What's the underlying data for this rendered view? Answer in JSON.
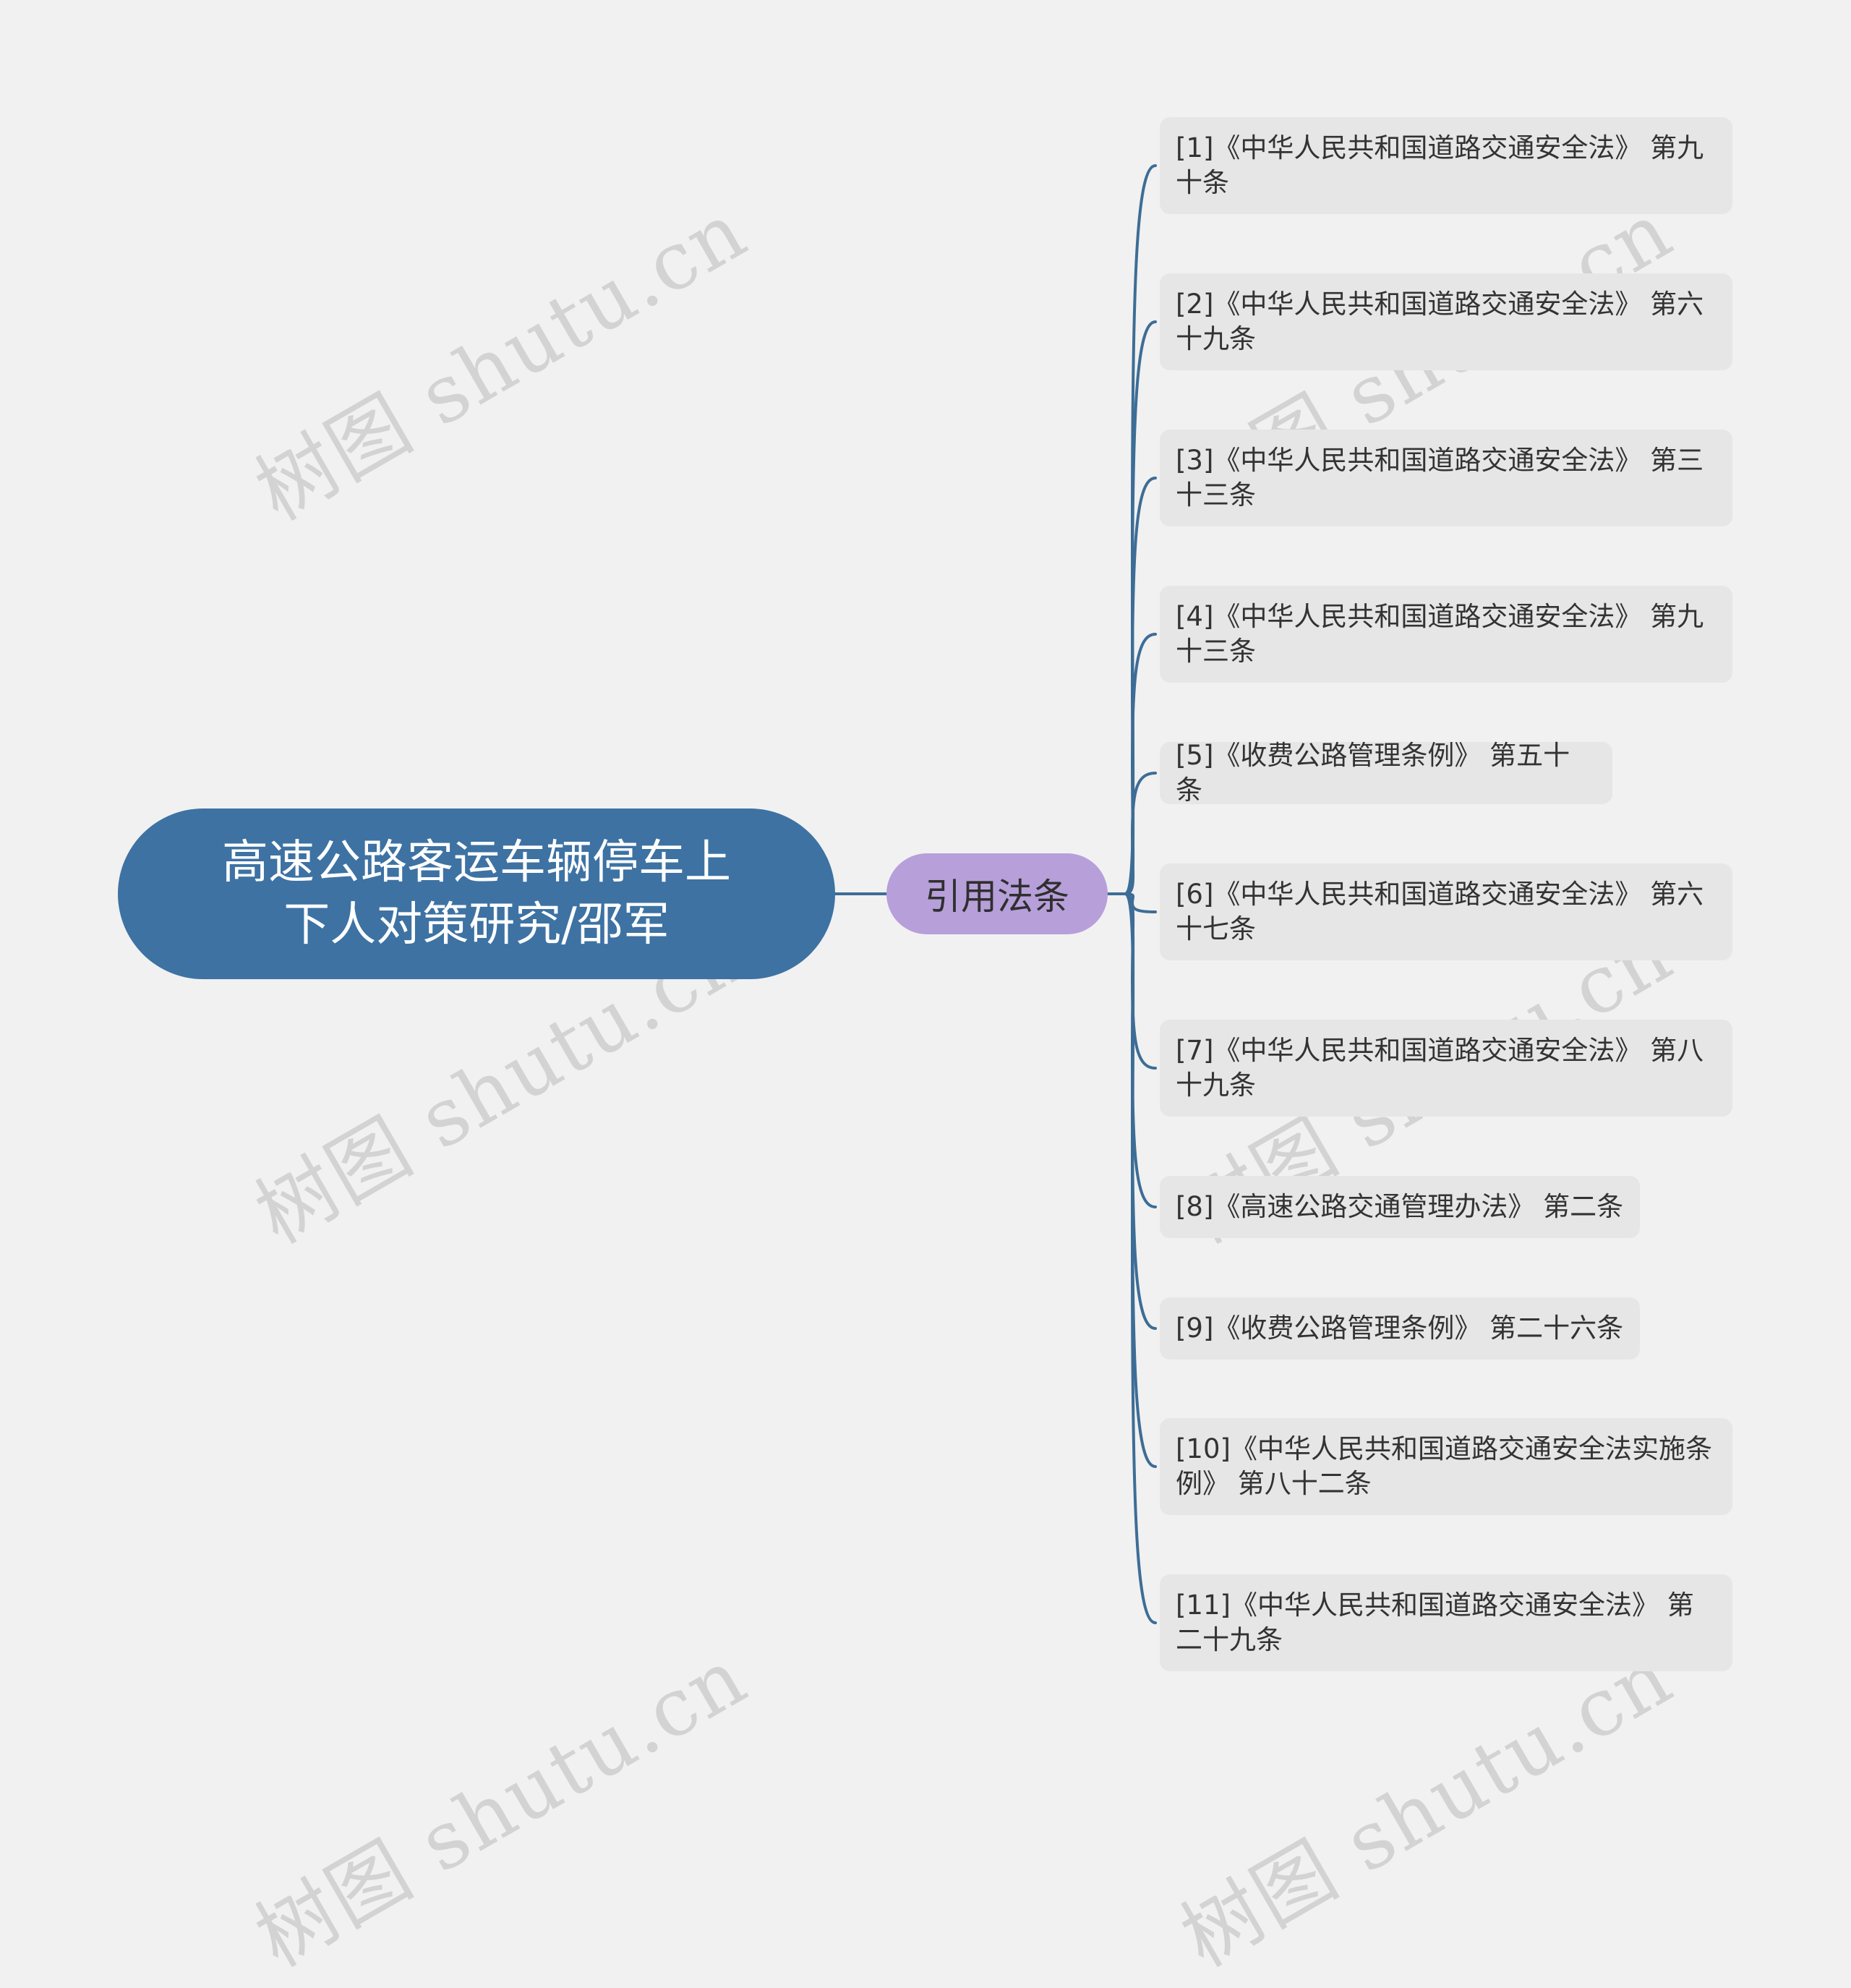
{
  "root": {
    "title": "高速公路客运车辆停车上下人对策研究/邵军",
    "color": "#3d72a3"
  },
  "branch": {
    "label": "引用法条",
    "color": "#b79fda"
  },
  "connector_color": "#3d6d96",
  "leaf_color": "#e6e6e6",
  "background_color": "#f1f1f1",
  "leaves": [
    {
      "text": "[1]《中华人民共和国道路交通安全法》 第九十条"
    },
    {
      "text": "[2]《中华人民共和国道路交通安全法》 第六十九条"
    },
    {
      "text": "[3]《中华人民共和国道路交通安全法》 第三十三条"
    },
    {
      "text": "[4]《中华人民共和国道路交通安全法》 第九十三条"
    },
    {
      "text": "[5]《收费公路管理条例》 第五十条"
    },
    {
      "text": "[6]《中华人民共和国道路交通安全法》 第六十七条"
    },
    {
      "text": "[7]《中华人民共和国道路交通安全法》 第八十九条"
    },
    {
      "text": "[8]《高速公路交通管理办法》 第二条"
    },
    {
      "text": "[9]《收费公路管理条例》 第二十六条"
    },
    {
      "text": "[10]《中华人民共和国道路交通安全法实施条例》 第八十二条"
    },
    {
      "text": "[11]《中华人民共和国道路交通安全法》 第二十九条"
    }
  ],
  "watermark": "树图 shutu.cn"
}
